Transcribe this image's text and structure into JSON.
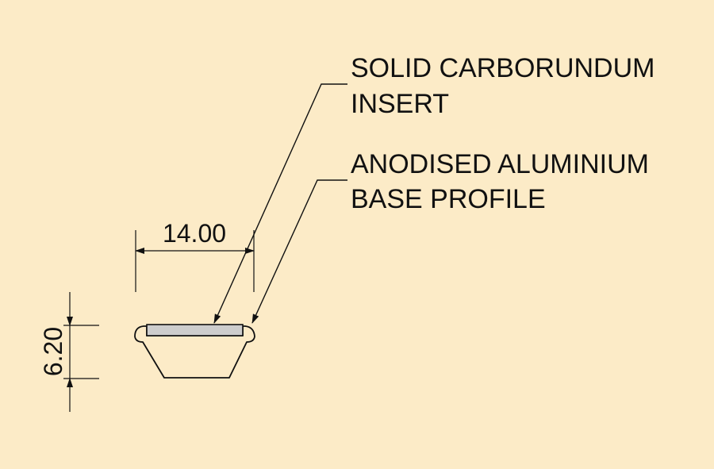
{
  "colors": {
    "background": "#FCEBC7",
    "line": "#111111",
    "insert_fill": "#CDCDCD"
  },
  "callouts": [
    {
      "lines": [
        "SOLID CARBORUNDUM",
        "INSERT"
      ]
    },
    {
      "lines": [
        "ANODISED ALUMINIUM",
        "BASE PROFILE"
      ]
    }
  ],
  "dimensions": {
    "width": "14.00",
    "height": "6.20"
  }
}
